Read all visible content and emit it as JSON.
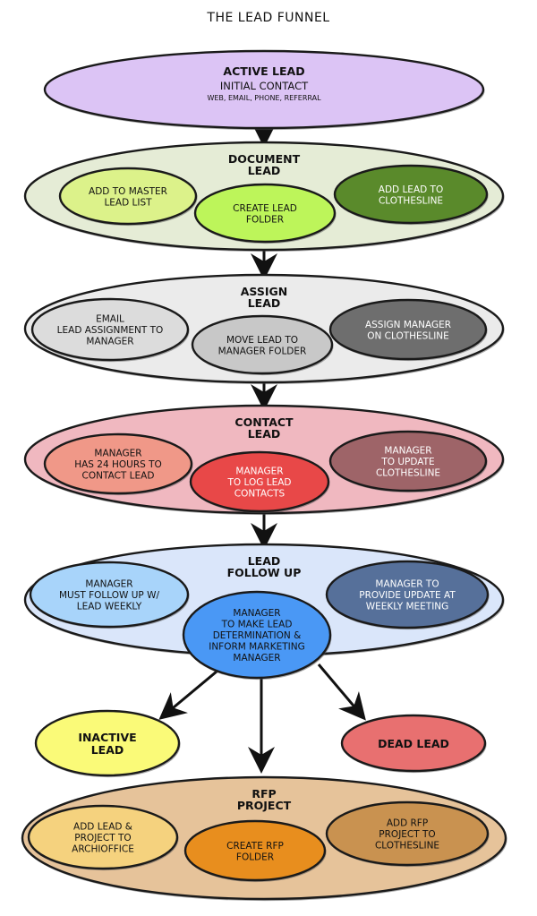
{
  "title": "THE LEAD FUNNEL",
  "stages": [
    {
      "id": "active",
      "title_lines": [
        "ACTIVE LEAD"
      ],
      "subtitle": "INITIAL CONTACT",
      "small": "WEB, EMAIL, PHONE, REFERRAL",
      "fill": "#dcc4f5",
      "bubbles": []
    },
    {
      "id": "document",
      "title_lines": [
        "DOCUMENT",
        "LEAD"
      ],
      "fill": "#e5ecd6",
      "bubbles": [
        {
          "lines": [
            "ADD TO MASTER",
            "LEAD LIST"
          ],
          "fill": "#dcf28a"
        },
        {
          "lines": [
            "CREATE LEAD",
            "FOLDER"
          ],
          "fill": "#bdf55a"
        },
        {
          "lines": [
            "ADD LEAD TO",
            "CLOTHESLINE"
          ],
          "fill": "#5a8a2b"
        }
      ]
    },
    {
      "id": "assign",
      "title_lines": [
        "ASSIGN",
        "LEAD"
      ],
      "fill": "#ebebeb",
      "bubbles": [
        {
          "lines": [
            "EMAIL",
            "LEAD ASSIGNMENT TO",
            "MANAGER"
          ],
          "fill": "#dcdcdc"
        },
        {
          "lines": [
            "MOVE LEAD TO",
            "MANAGER FOLDER"
          ],
          "fill": "#c8c8c8"
        },
        {
          "lines": [
            "ASSIGN MANAGER",
            "ON CLOTHESLINE"
          ],
          "fill": "#6e6e6e"
        }
      ]
    },
    {
      "id": "contact",
      "title_lines": [
        "CONTACT",
        "LEAD"
      ],
      "fill": "#f0b8c0",
      "bubbles": [
        {
          "lines": [
            "MANAGER",
            "HAS 24 HOURS TO",
            "CONTACT LEAD"
          ],
          "fill": "#f09888"
        },
        {
          "lines": [
            "MANAGER",
            "TO LOG LEAD",
            "CONTACTS"
          ],
          "fill": "#e84848"
        },
        {
          "lines": [
            "MANAGER",
            "TO UPDATE",
            "CLOTHESLINE"
          ],
          "fill": "#9e6468"
        }
      ]
    },
    {
      "id": "followup",
      "title_lines": [
        "LEAD",
        "FOLLOW UP"
      ],
      "fill": "#dae6fa",
      "bubbles": [
        {
          "lines": [
            "MANAGER",
            "MUST FOLLOW UP W/",
            "LEAD WEEKLY"
          ],
          "fill": "#a8d4fa"
        },
        {
          "lines": [
            "MANAGER",
            "TO MAKE LEAD",
            "DETERMINATION &",
            "INFORM MARKETING",
            "MANAGER"
          ],
          "fill": "#4a98f5"
        },
        {
          "lines": [
            "MANAGER TO",
            "PROVIDE UPDATE AT",
            "WEEKLY MEETING"
          ],
          "fill": "#56709a"
        }
      ]
    }
  ],
  "outcomes": [
    {
      "id": "inactive",
      "lines": [
        "INACTIVE",
        "LEAD"
      ],
      "fill": "#fafa78"
    },
    {
      "id": "dead",
      "lines": [
        "DEAD LEAD"
      ],
      "fill": "#e87070"
    }
  ],
  "rfp": {
    "title_lines": [
      "RFP",
      "PROJECT"
    ],
    "fill": "#e6c39a",
    "bubbles": [
      {
        "lines": [
          "ADD LEAD &",
          "PROJECT TO",
          "ARCHIOFFICE"
        ],
        "fill": "#f5d27e"
      },
      {
        "lines": [
          "CREATE RFP",
          "FOLDER"
        ],
        "fill": "#e88e1e"
      },
      {
        "lines": [
          "ADD RFP",
          "PROJECT TO",
          "CLOTHESLINE"
        ],
        "fill": "#c99250"
      }
    ]
  }
}
